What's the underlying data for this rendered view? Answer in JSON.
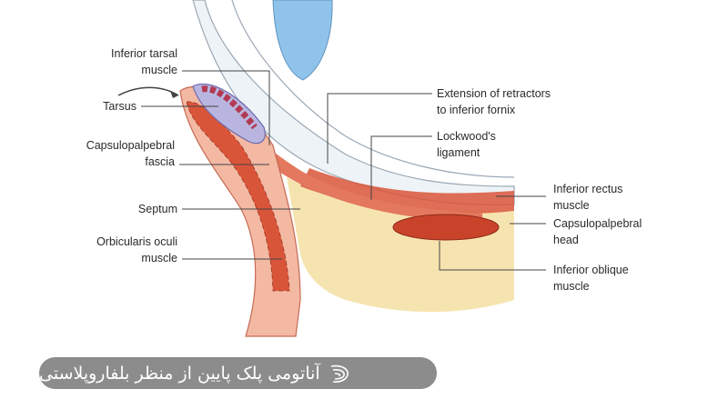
{
  "labels_left": {
    "inferior_tarsal_muscle": [
      "Inferior tarsal",
      "muscle"
    ],
    "tarsus": "Tarsus",
    "capsulopalpebral_fascia": [
      "Capsulopalpebral",
      "fascia"
    ],
    "septum": "Septum",
    "orbicularis_oculi_muscle": [
      "Orbicularis oculi",
      "muscle"
    ]
  },
  "labels_right": {
    "extension_of_retractors": [
      "Extension of retractors",
      "to inferior fornix"
    ],
    "lockwoods_ligament": [
      "Lockwood's",
      "ligament"
    ],
    "inferior_rectus_muscle": [
      "Inferior rectus",
      "muscle"
    ],
    "capsulopalpebral_head": [
      "Capsulopalpebral",
      "head"
    ],
    "inferior_oblique_muscle": [
      "Inferior oblique",
      "muscle"
    ]
  },
  "caption": {
    "text": "آناتومی پلک پایین از منظر بلفاروپلاستی",
    "icon": "swoosh-logo-icon",
    "background": "#8c8c8c"
  },
  "colors": {
    "muscle": "#d9553a",
    "fat": "#f6e4b0",
    "skin": "#f3b9a3",
    "conjunctiva": "#dfe7ef",
    "cornea": "#8fc3ea"
  }
}
